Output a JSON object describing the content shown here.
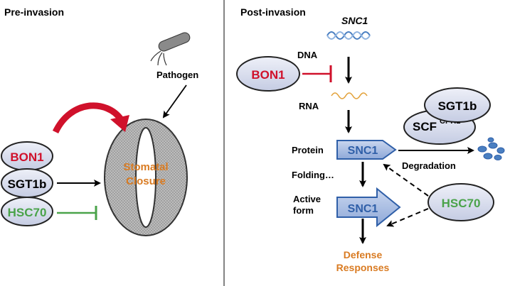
{
  "panels": {
    "pre": {
      "title": "Pre-invasion",
      "pathogen_label": "Pathogen",
      "stomata_label_line1": "Stomatal",
      "stomata_label_line2": "Closure",
      "proteins": [
        "BON1",
        "SGT1b",
        "HSC70"
      ]
    },
    "post": {
      "title": "Post-invasion",
      "gene_label": "SNC1",
      "bon1": "BON1",
      "dna_label": "DNA",
      "rna_label": "RNA",
      "protein_label": "Protein",
      "folding_label": "Folding…",
      "active_label_line1": "Active",
      "active_label_line2": "form",
      "snc1_protein": "SNC1",
      "snc1_active": "SNC1",
      "degradation_label": "Degradation",
      "sgt1b": "SGT1b",
      "scf_base": "SCF",
      "scf_sup": "CPR1",
      "hsc70": "HSC70",
      "defense_line1": "Defense",
      "defense_line2": "Responses"
    }
  },
  "colors": {
    "bon1_text": "#d0112b",
    "hsc70_text": "#4aa34a",
    "stomata_text": "#d97b22",
    "defense_text": "#d97b22",
    "snc1_text": "#2f5fa8",
    "oval_fill": "#d9def0",
    "inhibit_red": "#d0112b",
    "inhibit_green": "#4aa34a",
    "dna_blue": "#4a7fc1",
    "rna_orange": "#e3a23b",
    "fragment_blue": "#4a7fc1"
  }
}
